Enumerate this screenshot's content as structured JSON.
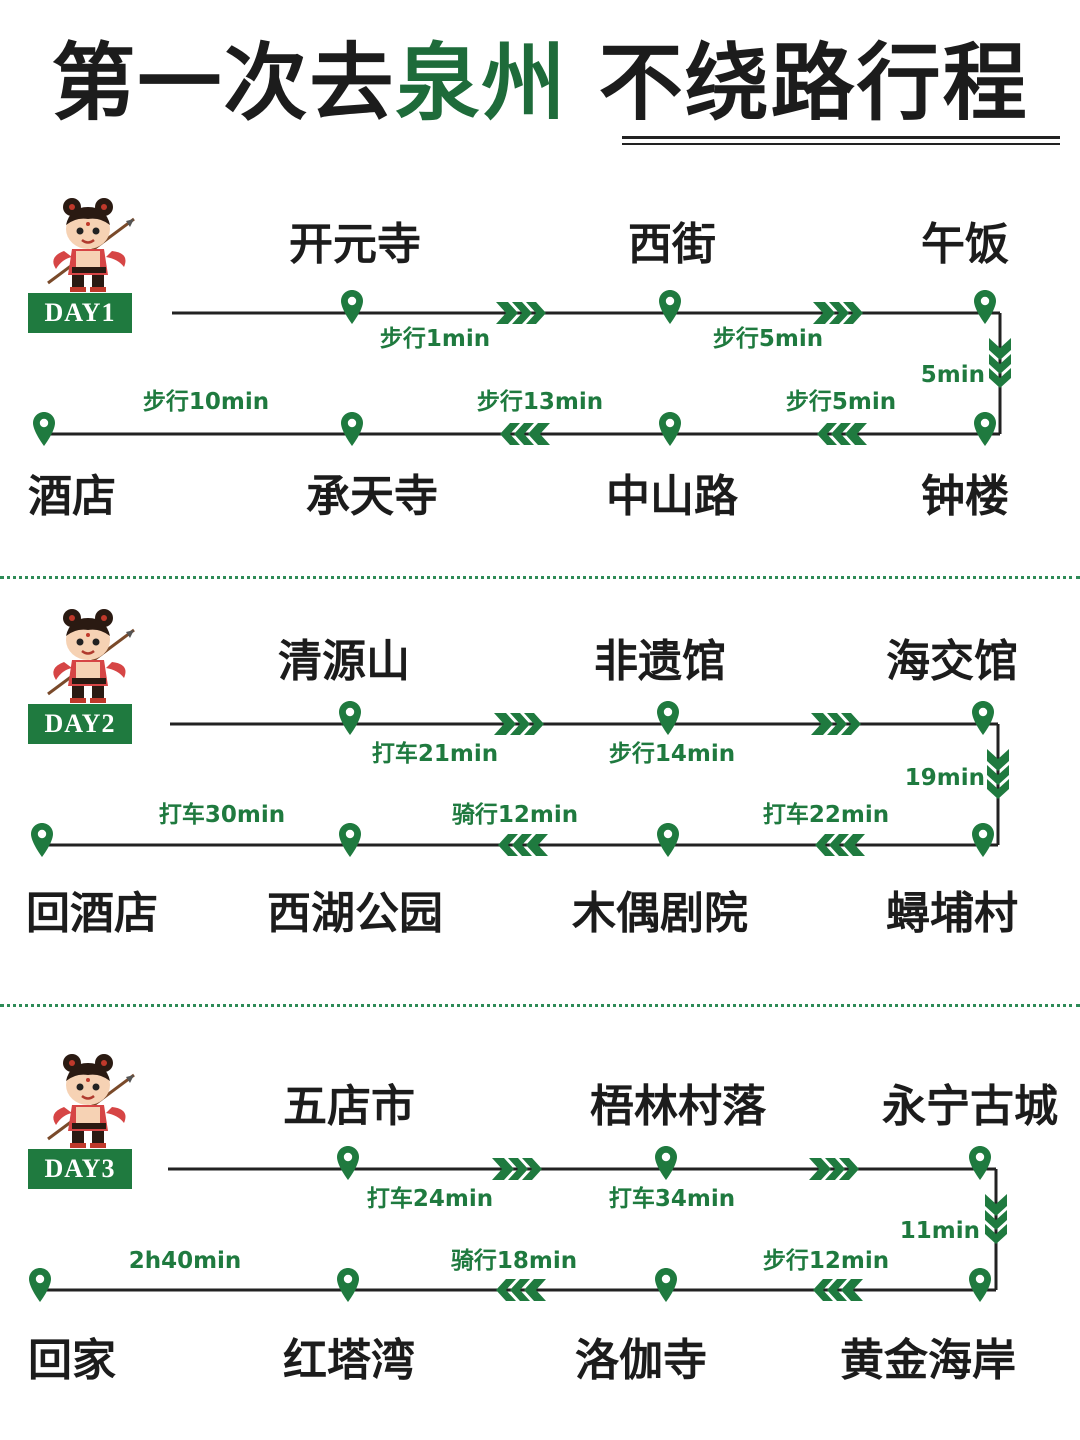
{
  "title": {
    "part1": "第一次去",
    "part2": "泉州",
    "part3": "不绕路行程"
  },
  "colors": {
    "accent": "#1e6b3a",
    "route_green": "#1f7a3f",
    "line": "#222222"
  },
  "icons": {
    "pin": "map-pin-icon",
    "arrows": "triple-chevron-arrow-icon",
    "mascot": "mascot-illustration"
  },
  "days": [
    {
      "badge": "DAY1",
      "top_stops": [
        "开元寺",
        "西街",
        "午饭"
      ],
      "bottom_stops": [
        "酒店",
        "承天寺",
        "中山路",
        "钟楼"
      ],
      "top_legs": [
        "步行1min",
        "步行5min"
      ],
      "side_leg": "5min",
      "bottom_legs": [
        "步行10min",
        "步行13min",
        "步行5min"
      ]
    },
    {
      "badge": "DAY2",
      "top_stops": [
        "清源山",
        "非遗馆",
        "海交馆"
      ],
      "bottom_stops": [
        "回酒店",
        "西湖公园",
        "木偶剧院",
        "蟳埔村"
      ],
      "top_legs": [
        "打车21min",
        "步行14min"
      ],
      "side_leg": "19min",
      "bottom_legs": [
        "打车30min",
        "骑行12min",
        "打车22min"
      ]
    },
    {
      "badge": "DAY3",
      "top_stops": [
        "五店市",
        "梧林村落",
        "永宁古城"
      ],
      "bottom_stops": [
        "回家",
        "红塔湾",
        "洛伽寺",
        "黄金海岸"
      ],
      "top_legs": [
        "打车24min",
        "打车34min"
      ],
      "side_leg": "11min",
      "bottom_legs": [
        "2h40min",
        "骑行18min",
        "步行12min"
      ]
    }
  ]
}
